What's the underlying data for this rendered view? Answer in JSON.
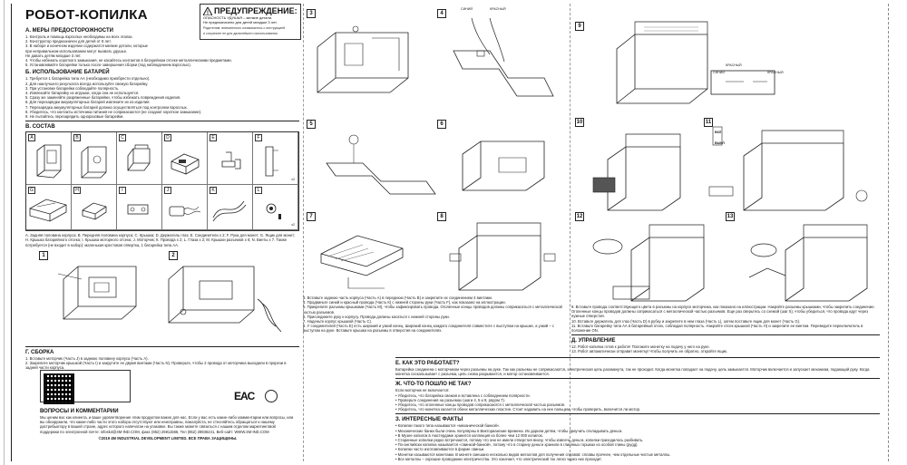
{
  "title": "РОБОТ-КОПИЛКА",
  "warning": {
    "heading": "ПРЕДУПРЕЖДЕНИЕ:",
    "line1": "ОПАСНОСТЬ УДУШЬЯ – мелкие детали.",
    "line2": "Не предназначено для детей младше 3 лет.",
    "note1": "Родителям: внимательно ознакомьтесь с инструкцией",
    "note2": "и сохраните ее для дальнейшего использования."
  },
  "sectionA": {
    "heading": "А. МЕРЫ ПРЕДОСТОРОЖНОСТИ",
    "items": [
      "1. Контроль и помощь взрослых необходимы на всех этапах.",
      "2. Конструктор предназначен для детей от 8 лет.",
      "3. В наборе и конечном изделии содержатся мелкие детали, которые",
      "при неправильном использовании могут вызвать удушье.",
      "Не давать детям младше 3 лет.",
      "4. Чтобы избежать короткого замыкания, не касайтесь контактов в батарейном отсеке металлическими предметами.",
      "5. Устанавливайте батарейки только после завершения сборки (под наблюдением взрослых)."
    ]
  },
  "sectionB": {
    "heading": "Б. ИСПОЛЬЗОВАНИЕ БАТАРЕЙ",
    "items": [
      "1. Требуется 1 батарейка типа АА (необходимо приобрести отдельно).",
      "2. Для наилучшего результата всегда используйте свежую батарейку.",
      "3. При установке батарейки соблюдайте полярность.",
      "4. Извлекайте батарейку из игрушки, когда она не используется.",
      "5. Сразу же заменяйте разряженные батарейки, чтобы избежать повреждения изделия.",
      "6. Для перезарядки аккумуляторных батарей извлеките их из изделия.",
      "7. Перезарядка аккумуляторных батарей должна осуществляться под контролем взрослых.",
      "8. Убедитесь, что контакты источника питания не соприкасаются (не создают короткое замыкание).",
      "9. Не пытайтесь перезарядить одноразовые батарейки."
    ]
  },
  "sectionC": {
    "heading": "В. СОСТАВ",
    "letters": [
      "A",
      "B",
      "C",
      "D",
      "E",
      "F",
      "G",
      "H",
      "I",
      "J",
      "K",
      "L"
    ],
    "counts": {
      "f": "x2",
      "l": "x2"
    },
    "description": "А. Задняя половина корпуса; В. Передняя половина корпуса; С. Крышка; D. Держатель глаз; Е. Соединители х 2; F. Рука для монет; G. Ящик для монет; Н. Крышка батарейного отсека; I. Крышка моторного отсека; J. Моторчик; К. Провода х 2; L. Глаза х 2; М. Крышки разъемов х 6; N. Винты х 7. Также потребуется (не входит в набор): маленькая крестовая отвертка, 1 батарейка типа АА."
  },
  "sectionG": {
    "heading": "Г. СБОРКА",
    "steps": [
      "1. Вставьте моторчик (Часть J) в заднюю половину корпуса (Часть А).",
      "2. Закрепите моторчик крышкой (Часть I) и закрутите ее двумя винтами (Часть N). Проверьте, чтобы 2 провода от моторчика выходили в прорези в задней части корпуса."
    ]
  },
  "feedback": {
    "heading": "ВОПРОСЫ И КОММЕНТАРИИ",
    "text": "Мы ценим вас как клиента, и ваше удовлетворение этим продуктом важно для нас. Если у вас есть какие-либо комментарии или вопросы, или вы обнаружили, что какие-либо части этого набора отсутствуют или неисправны, пожалуйста, не стесняйтесь обращаться к нашему дистрибьютору в вашей стране, адрес которого напечатан на упаковке. Вы также можете связаться с нашим отделом маркетинговой поддержки по электронной почте: infosk4@4M-IND.COM, факс (852) 25911566, Тел (852) 28936241, Веб-сайт: WWW.4M-IND.COM",
    "copyright": "©2019 4M INDUSTRIAL DEVELOPMENT LIMITED. ВСЕ ПРАВА ЗАЩИЩЕНЫ.",
    "eac": "EAC"
  },
  "step3": "3. Вставьте заднюю часть корпуса (Часть А) в переднюю (Часть В) и закрепите их соединением 4 винтами.",
  "step4": "4. Продвиньте синий и красный провода (Часть К) с нижней стороны руки (Часть F), как показано на иллюстрации.",
  "step5": "5. Прикрепите разъемы крышками (Часть М), чтобы зафиксировать провода. Оголенные концы проводов должны соприкасаться с металлической частью разъемов.",
  "step6": "6. Присоедините руку к корпусу. Провода должны касаться с нижней стороны руки.",
  "step7": "7. Наденьте корпус крышкой (Часть С).",
  "step8": "8. У соединителей (Часть Е) есть широкий и узкий конец. Широкий конец каждого соединителя совместите с выступом на крышке, а узкий – с выступом на руке. Вставьте крышки на разъемы в отверстия на соединителях.",
  "labels": {
    "blue": "СИНИЙ",
    "red": "КРАСНЫЙ",
    "blue2": "СИНИЙ",
    "red2": "КРАСНЫЙ",
    "red3": "КРАСНЫЙ",
    "on": "ВКЛ",
    "off": "ВЫКЛ"
  },
  "step9": "9. Вставьте провода соответствующего цвета в разъемы на корпусе моторчика, как показано на иллюстрации. Накройте разъемы крышками, чтобы закрепить соединение. Оголенные концы проводов должны соприкасаться с металлической частью разъемов. Еще раз сверьтесь со схемой (шаг 5), чтобы убедиться, что провода идут через нужные отверстия.",
  "step10": "10. Вставьте держатель для глаз (Часть D) в рубку и закрепите в нем глаза (Часть L), затем поставьте ящик для монет (Часть G).",
  "step11": "11. Вставьте батарейку типа АА в батарейный отсек, соблюдая полярность. Накройте отсек крышкой (Часть Н) и закрепите ее винтом. Переведите переключатель в положение ON.",
  "sectionD": {
    "heading": "Д. УПРАВЛЕНИЕ",
    "items": [
      "12. Робот-копилка готов к работе! Положите монетку на подачу у него на руке.",
      "13. Робот автоматически отправит монетку! Чтобы получить ее обратно, откройте ящик."
    ]
  },
  "sectionE": {
    "heading": "Е. КАК ЭТО РАБОТАЕТ?",
    "text": "Батарейка соединена с моторчиком через разъемы на руке. Так как разъемы не соприкасаются, электрическая цепь разомкнута, так не проходит. Когда монетка попадает на подачу, цепь замыкается. Моторчик включается и запускает механизм, подающий руку. Когда монетка соскальзывает с разъема, цепь снова разрывается, и мотор останавливается."
  },
  "sectionZh": {
    "heading": "Ж. ЧТО-ТО ПОШЛО НЕ ТАК?",
    "lead": "Если моторчик не включается:",
    "items": [
      "• Убедитесь, что батарейка свежая и вставлена с соблюдением полярности.",
      "• Проверьте соединения на разъемах (шаги 4, 5 и 9, рядом 7).",
      "• Убедитесь, что оголенные концы проводов соприкасаются с металлической частью разъемов.",
      "• Убедитесь, что монетка касается обеих металлических пластин. Стоит надавить на нее пальцем, чтобы проверить, включится ли мотор."
    ]
  },
  "sectionZ": {
    "heading": "З. ИНТЕРЕСНЫЕ ФАКТЫ",
    "items": [
      "• Копилки такого типа называются «механической банкой».",
      "• Механические банки были очень популярны в Викторианские времена. Их дарили детям, чтобы приучить откладывать деньги.",
      "• В Музее копилок в Амстердаме хранится коллекция из более чем 12 000 копилок.",
      "• Старинные копилки редко встречаются, потому что они не имели отверстия внизу, чтобы извлечь деньги, копилки приходилось разбивать.",
      "• По-английски копилка называется «свинкой-банкой», потому что в старину деньги хранили в глиняных горшках из особой глины (pygg).",
      "• Копилки часто изготавливаются в форме свиньи.",
      "• Монетки называются монетами. В монете смешано несколько видов металлов для получения сплавов: сплавы прочнее, чем отдельные чистые металлы.",
      "• Все металлы – хорошие проводники электричества. Это означает, что электрический ток легко через них проходит."
    ]
  }
}
